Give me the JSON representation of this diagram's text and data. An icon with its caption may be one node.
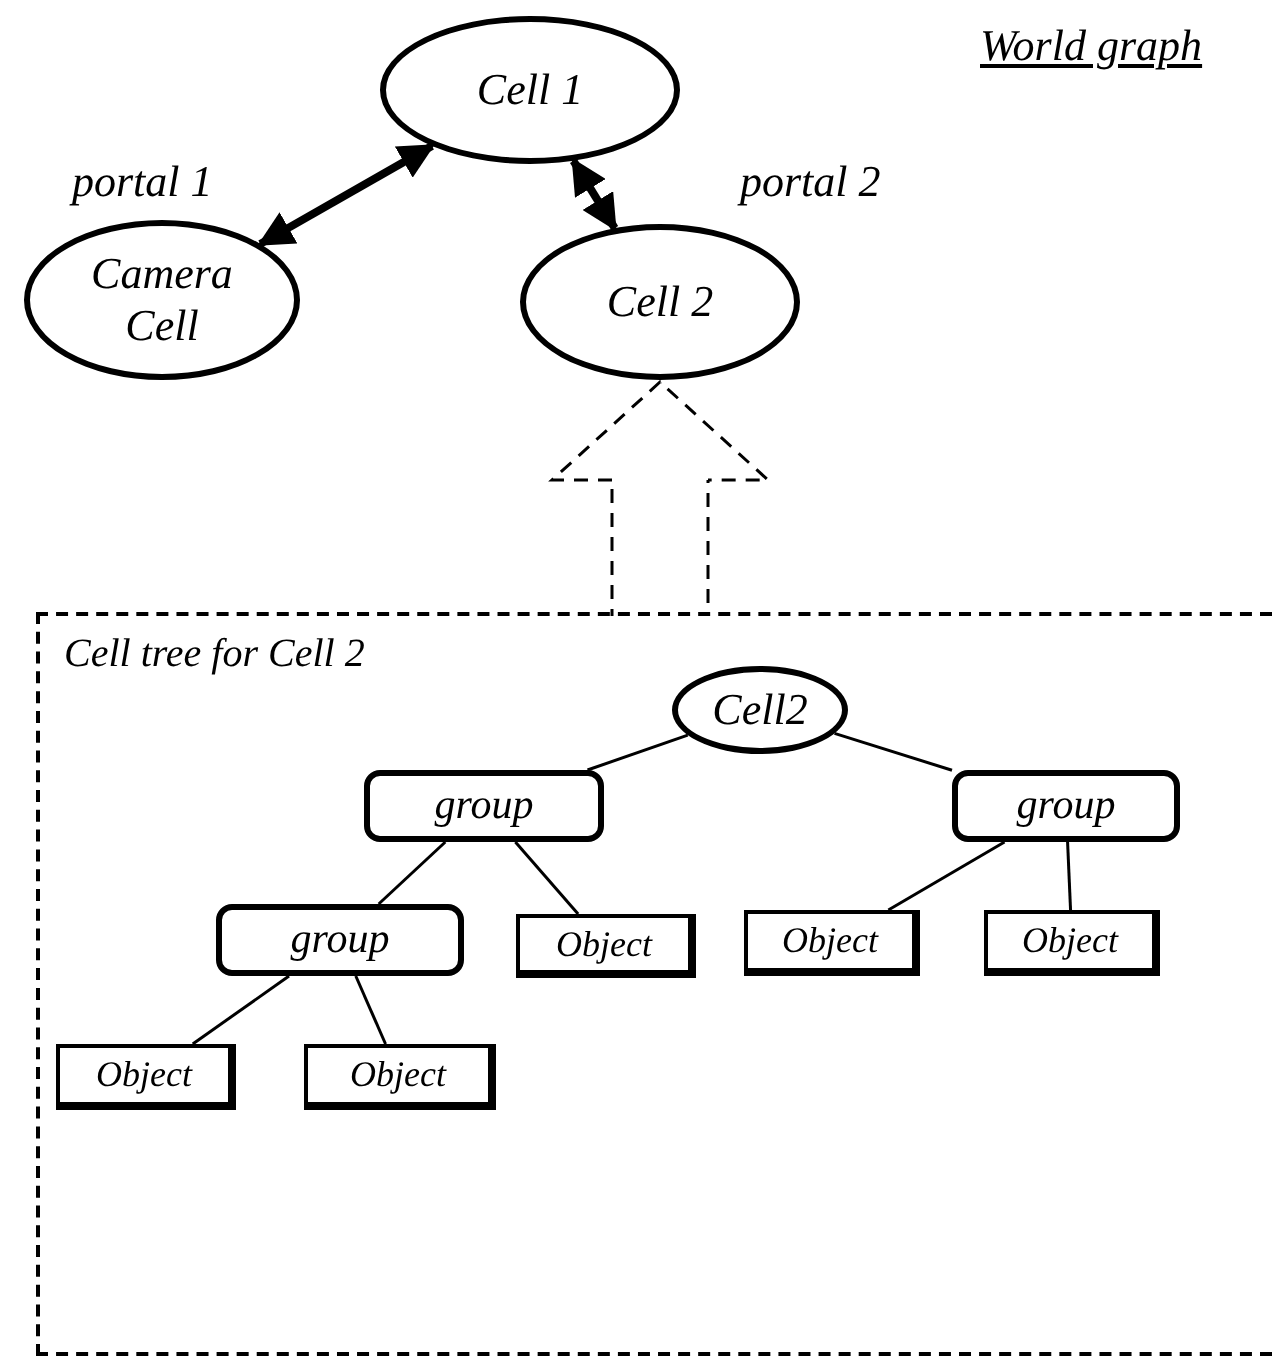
{
  "diagram": {
    "title": "World graph",
    "nodes": [
      {
        "text": [
          "Cell 1"
        ]
      },
      {
        "text": [
          "Camera Cell"
        ]
      },
      {
        "text": [
          "Cell 2"
        ]
      },
      {
        "text": [
          "Cell tree for Cell 2"
        ]
      },
      {
        "text": [
          "Cell2"
        ],
        "in": 3
      },
      {
        "text": [
          "group"
        ],
        "in": 3
      },
      {
        "text": [
          "group"
        ],
        "in": 3
      },
      {
        "text": [
          "group"
        ],
        "in": 3
      },
      {
        "text": [
          "Object"
        ],
        "in": 3
      },
      {
        "text": [
          "Object"
        ],
        "in": 3
      },
      {
        "text": [
          "Object"
        ],
        "in": 3
      },
      {
        "text": [
          "Object"
        ],
        "in": 3
      },
      {
        "text": [
          "Object"
        ],
        "in": 3
      }
    ],
    "edges": [
      {
        "from": 0,
        "to": 1,
        "arrow": "both",
        "label": "portal 1",
        "style": "thick"
      },
      {
        "from": 0,
        "to": 2,
        "arrow": "both",
        "label": "portal 2",
        "style": "thick"
      },
      {
        "from": 3,
        "to": 2,
        "arrow": "to",
        "style": "dashed"
      },
      {
        "from": 4,
        "to": 5,
        "arrow": "none"
      },
      {
        "from": 4,
        "to": 6,
        "arrow": "none"
      },
      {
        "from": 5,
        "to": 7,
        "arrow": "none"
      },
      {
        "from": 5,
        "to": 8,
        "arrow": "none"
      },
      {
        "from": 6,
        "to": 9,
        "arrow": "none"
      },
      {
        "from": 6,
        "to": 10,
        "arrow": "none"
      },
      {
        "from": 7,
        "to": 11,
        "arrow": "none"
      },
      {
        "from": 7,
        "to": 12,
        "arrow": "none"
      }
    ]
  }
}
